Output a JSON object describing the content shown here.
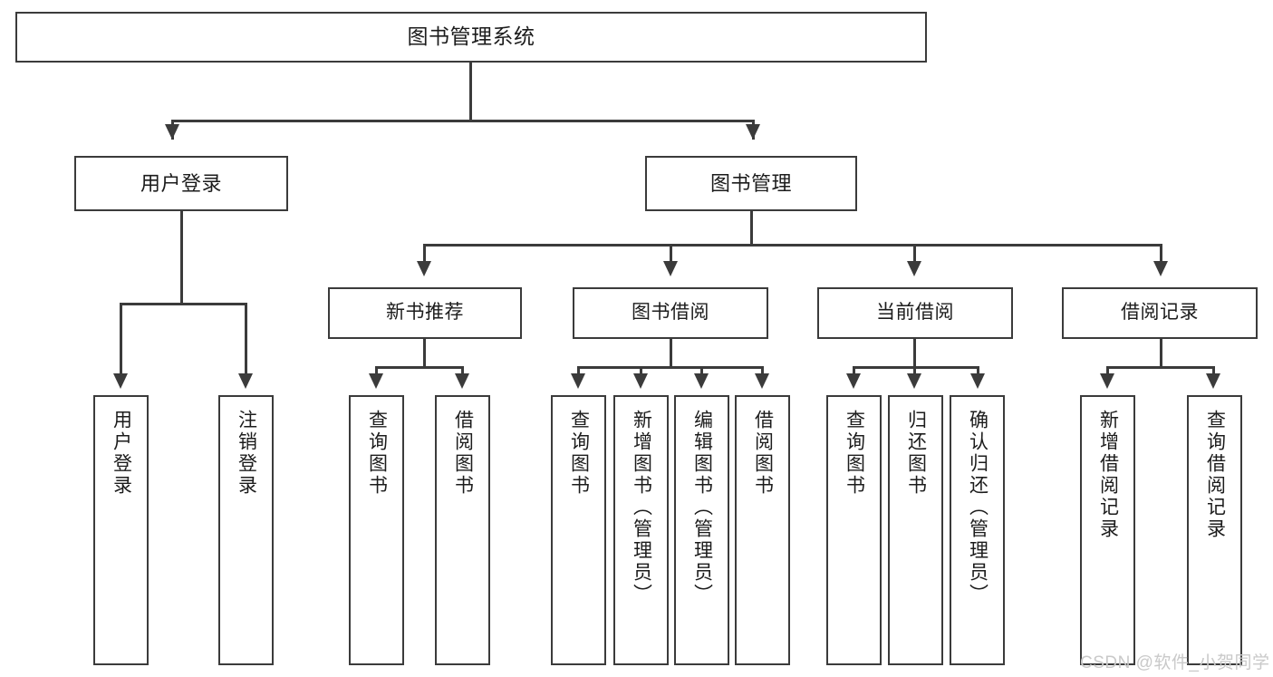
{
  "diagram": {
    "type": "tree-hierarchy",
    "title": "图书管理系统",
    "root": {
      "label": "图书管理系统"
    },
    "level1": [
      {
        "label": "用户登录"
      },
      {
        "label": "图书管理"
      }
    ],
    "level2": [
      {
        "label": "新书推荐"
      },
      {
        "label": "图书借阅"
      },
      {
        "label": "当前借阅"
      },
      {
        "label": "借阅记录"
      }
    ],
    "leaves": {
      "user_login": [
        {
          "label": "用户登录"
        },
        {
          "label": "注销登录"
        }
      ],
      "new_book_recommend": [
        {
          "label": "查询图书"
        },
        {
          "label": "借阅图书"
        }
      ],
      "book_borrow": [
        {
          "label": "查询图书"
        },
        {
          "label": "新增图书（管理员）"
        },
        {
          "label": "编辑图书（管理员）"
        },
        {
          "label": "借阅图书"
        }
      ],
      "current_borrow": [
        {
          "label": "查询图书"
        },
        {
          "label": "归还图书"
        },
        {
          "label": "确认归还（管理员）"
        }
      ],
      "borrow_record": [
        {
          "label": "新增借阅记录"
        },
        {
          "label": "查询借阅记录"
        }
      ]
    },
    "watermark": "CSDN @软件_小贺同学",
    "colors": {
      "stroke": "#3b3b3b",
      "fill": "#ffffff",
      "text": "#1c1c1c",
      "watermark": "#c9c9c9"
    }
  }
}
